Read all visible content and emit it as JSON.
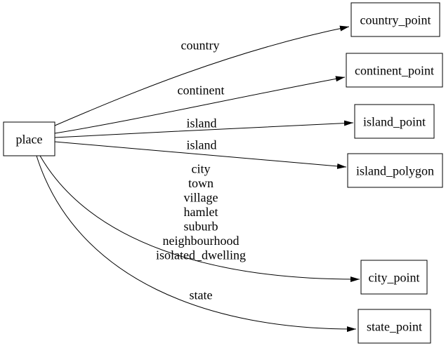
{
  "diagram": {
    "type": "directed-graph",
    "colors": {
      "background": "#ffffff",
      "node_fill": "#ffffff",
      "stroke": "#000000",
      "text": "#000000"
    },
    "nodes": [
      {
        "id": "place",
        "label": "place"
      },
      {
        "id": "country_point",
        "label": "country_point"
      },
      {
        "id": "continent_point",
        "label": "continent_point"
      },
      {
        "id": "island_point",
        "label": "island_point"
      },
      {
        "id": "island_polygon",
        "label": "island_polygon"
      },
      {
        "id": "city_point",
        "label": "city_point"
      },
      {
        "id": "state_point",
        "label": "state_point"
      }
    ],
    "edges": [
      {
        "from": "place",
        "to": "country_point",
        "label": "country"
      },
      {
        "from": "place",
        "to": "continent_point",
        "label": "continent"
      },
      {
        "from": "place",
        "to": "island_point",
        "label": "island"
      },
      {
        "from": "place",
        "to": "island_polygon",
        "label": "island"
      },
      {
        "from": "place",
        "to": "city_point",
        "label_lines": [
          "city",
          "town",
          "village",
          "hamlet",
          "suburb",
          "neighbourhood",
          "isolated_dwelling"
        ]
      },
      {
        "from": "place",
        "to": "state_point",
        "label": "state"
      }
    ]
  }
}
